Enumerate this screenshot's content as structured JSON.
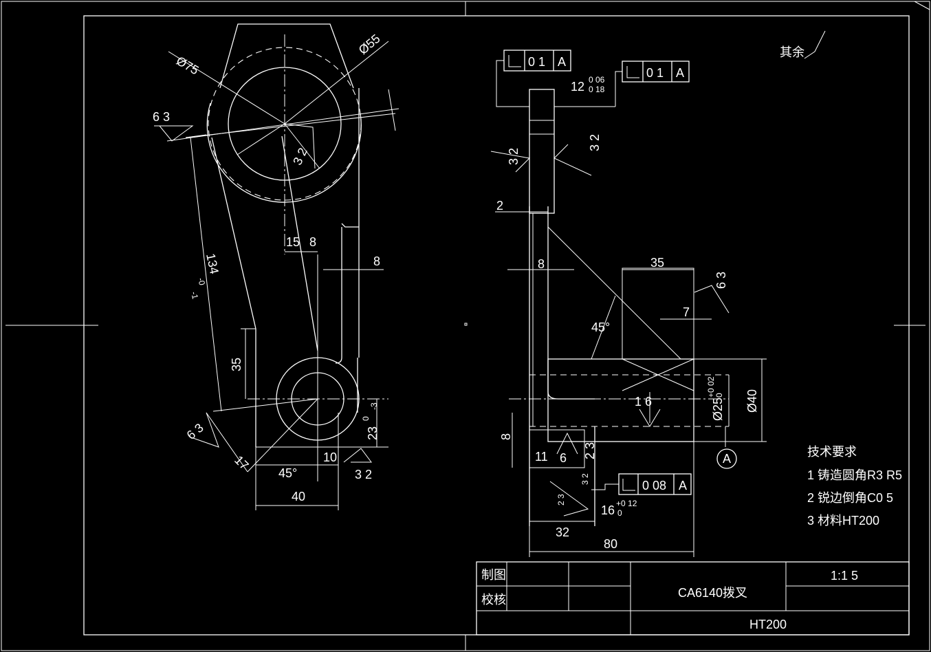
{
  "drawing": {
    "left_view": {
      "dims": {
        "d75": "Ø75",
        "d55": "Ø55",
        "d134": "134",
        "d134_tol_top": "-0",
        "d134_tol_bot": "-1",
        "d15": "15",
        "d8a": "8",
        "d8b": "8",
        "d35": "35",
        "d23": "23",
        "d23_tol_top": "0",
        "d23_tol_bot": "-3",
        "d17": "17",
        "d10": "10",
        "d40": "40",
        "a45": "45°",
        "r63a": "6 3",
        "r63b": "6 3",
        "r32a": "3 2",
        "r32b": "3 2"
      }
    },
    "right_view": {
      "dims": {
        "tol1_val": "0 1",
        "tol1_datum": "A",
        "tol2_val": "0 1",
        "tol2_datum": "A",
        "tol3_val": "0 08",
        "tol3_datum": "A",
        "d12": "12",
        "d12_tol_top": "0 06",
        "d12_tol_bot": "0 18",
        "d2": "2",
        "d8a": "8",
        "d35": "35",
        "d7": "7",
        "a45": "45°",
        "d16": "1 6",
        "d25": "Ø25",
        "d25_tol_top": "+0 02",
        "d25_tol_bot": "0",
        "d40": "Ø40",
        "d8b": "8",
        "d11": "11",
        "d6": "6",
        "d16b": "16",
        "d16b_tol_top": "+0 12",
        "d16b_tol_bot": "0",
        "d32": "32",
        "d80": "80",
        "r32a": "3 2",
        "r32b": "3 2",
        "r63": "6 3",
        "r32c": "2 3",
        "r32d": "3 2",
        "r32e": "2 3",
        "datum_a": "A"
      }
    },
    "other_roughness": "其余",
    "tech_req": {
      "heading": "技术要求",
      "items": [
        "1 铸造圆角R3 R5",
        "2 锐边倒角C0  5",
        "3 材料HT200"
      ]
    },
    "title_block": {
      "draw_label": "制图",
      "check_label": "校核",
      "part_name": "CA6140拨叉",
      "scale": "1:1   5",
      "material": "HT200"
    }
  }
}
